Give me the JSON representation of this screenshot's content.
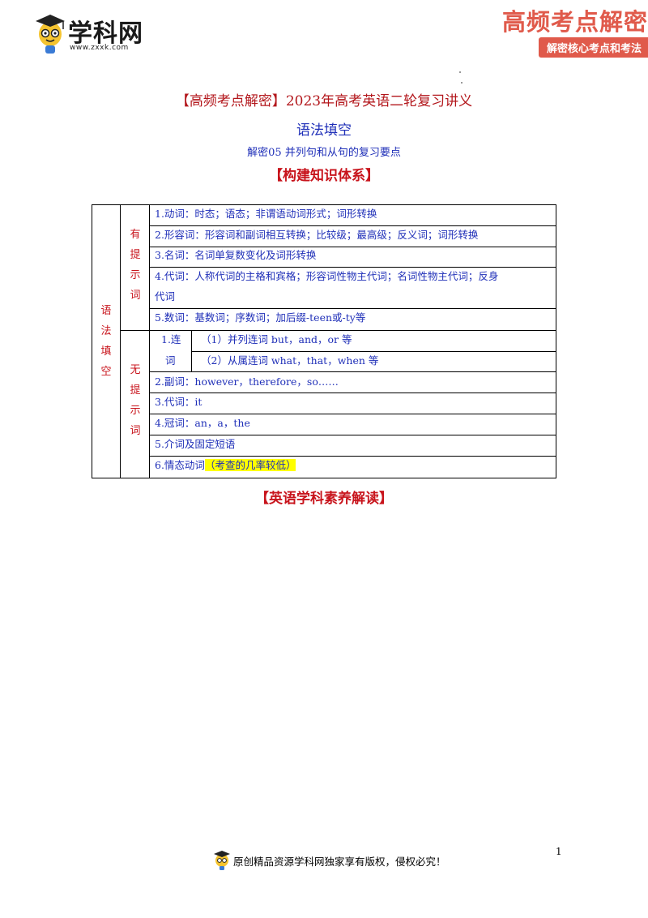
{
  "header": {
    "brand_name": "学科网",
    "brand_url": "www.zxxk.com",
    "promo_title": "高频考点解密",
    "promo_subtitle": "解密核心考点和考法"
  },
  "titles": {
    "main": "【高频考点解密】2023年高考英语二轮复习讲义",
    "sub": "语法填空",
    "section": "解密05 并列句和从句的复习要点",
    "heading": "【构建知识体系】",
    "heading2": "【英语学科素养解读】"
  },
  "table": {
    "root_label": "语法填空",
    "group_with_hint": "有提示词",
    "group_without_hint": "无提示词",
    "with_hint_rows": [
      "1.动词：时态；语态；非谓语动词形式；词形转换",
      "2.形容词：形容词和副词相互转换；比较级；最高级；反义词；词形转换",
      "3.名词：名词单复数变化及词形转换",
      "4.代词：人称代词的主格和宾格；形容词性物主代词；名词性物主代词；反身",
      "代词",
      "5.数词：基数词；序数词；加后缀-teen或-ty等"
    ],
    "conj_label_1": "1.连",
    "conj_label_2": "词",
    "conj_rows": [
      "（1）并列连词 but，and，or 等",
      "（2）从属连词 what，that，when 等"
    ],
    "without_hint_rows": [
      "2.副词：however，therefore，so……",
      "3.代词：it",
      "4.冠词：an，a，the",
      "5.介词及固定短语"
    ],
    "modal_row_prefix": "6.情态动词",
    "modal_row_highlight": "（考查的几率较低）"
  },
  "footer": {
    "copyright": "原创精品资源学科网独家享有版权，侵权必究！",
    "page_number": "1"
  }
}
